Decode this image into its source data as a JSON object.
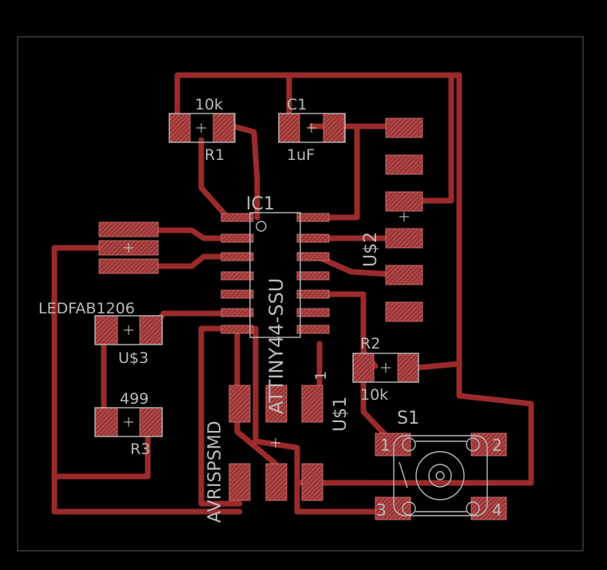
{
  "labels": {
    "r1_value": "10k",
    "r1_name": "R1",
    "c1_name": "C1",
    "c1_value": "1uF",
    "ic1_name": "IC1",
    "ic1_part": "ATTINY44-SSU",
    "u2_name": "U$2",
    "led_part": "LEDFAB1206",
    "u3_name": "U$3",
    "r3_value": "499",
    "r3_name": "R3",
    "r2_name": "R2",
    "r2_value": "10k",
    "s1_name": "S1",
    "u1_name": "U$1",
    "isp_part": "AVRISPSMD",
    "pin1_mark": "1",
    "s1_pin1": "1",
    "s1_pin2": "2",
    "s1_pin3": "3",
    "s1_pin4": "4"
  },
  "colors": {
    "background": "#000000",
    "trace": "#9b2b2b",
    "pad": "#b04a4a",
    "silkscreen": "#b9b9b9",
    "outline": "#5a5a5a"
  }
}
